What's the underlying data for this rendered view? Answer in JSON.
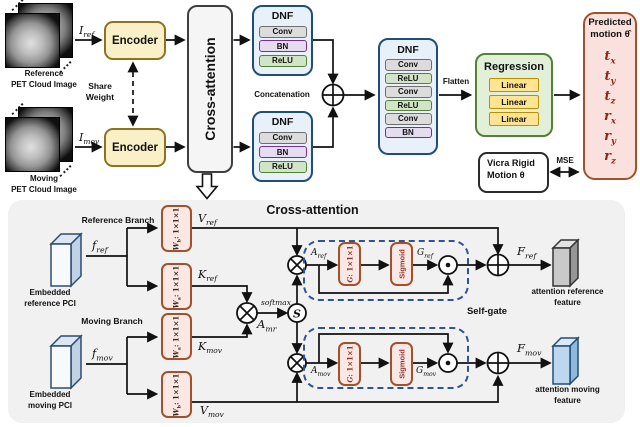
{
  "top": {
    "ref_image": {
      "line1": "Reference",
      "line2": "PET Cloud Image"
    },
    "mov_image": {
      "line1": "Moving",
      "line2": "PET Cloud Image"
    },
    "i_ref": {
      "base": "I",
      "sub": "ref"
    },
    "i_mov": {
      "base": "I",
      "sub": "mov"
    },
    "encoder_top": "Encoder",
    "encoder_bottom": "Encoder",
    "share_weight": {
      "line1": "Share",
      "line2": "Weight"
    },
    "cross_attention": "Cross-attention",
    "dnf_small_title": "DNF",
    "dnf_small_layers": [
      "Conv",
      "BN",
      "ReLU"
    ],
    "concatenation": "Concatenation",
    "dnf_big_title": "DNF",
    "dnf_big_layers": [
      "Conv",
      "ReLU",
      "Conv",
      "ReLU",
      "Conv",
      "BN"
    ],
    "flatten": "Flatten",
    "regression_title": "Regression",
    "regression_layers": [
      "Linear",
      "Linear",
      "Linear"
    ],
    "predicted": {
      "title_line1": "Predicted",
      "title_line2": "motion θ̂",
      "values": [
        {
          "base": "t",
          "sub": "x"
        },
        {
          "base": "t",
          "sub": "y"
        },
        {
          "base": "t",
          "sub": "z"
        },
        {
          "base": "r",
          "sub": "x"
        },
        {
          "base": "r",
          "sub": "y"
        },
        {
          "base": "r",
          "sub": "z"
        }
      ]
    },
    "vicra": {
      "line1": "Vicra Rigid",
      "line2": "Motion θ"
    },
    "mse": "MSE"
  },
  "bottom": {
    "title": "Cross-attention",
    "reference_branch": "Reference Branch",
    "moving_branch": "Moving Branch",
    "embedded_ref": {
      "line1": "Embedded",
      "line2": "reference PCI"
    },
    "embedded_mov": {
      "line1": "Embedded",
      "line2": "moving PCI"
    },
    "f_ref": {
      "base": "f",
      "sub": "ref"
    },
    "f_mov": {
      "base": "f",
      "sub": "mov"
    },
    "w_b": {
      "base": "W",
      "sub": "b",
      "rest": ": 1×1×1"
    },
    "w_a": {
      "base": "W",
      "sub": "a",
      "rest": ": 1×1×1"
    },
    "v_ref": {
      "base": "V",
      "sub": "ref"
    },
    "k_ref": {
      "base": "K",
      "sub": "ref"
    },
    "k_mov": {
      "base": "K",
      "sub": "mov"
    },
    "v_mov": {
      "base": "V",
      "sub": "mov"
    },
    "softmax": "softmax",
    "a_mr": {
      "base": "A",
      "sub": "mr"
    },
    "a_ref": {
      "base": "A",
      "sub": "ref"
    },
    "a_mov": {
      "base": "A",
      "sub": "mov"
    },
    "g_conv": {
      "base": "G",
      "rest": ": 1×1×1"
    },
    "sigmoid": "Sigmoid",
    "g_ref": {
      "base": "G",
      "sub": "ref"
    },
    "g_mov": {
      "base": "G",
      "sub": "mov"
    },
    "f_ref_out": {
      "base": "F",
      "sub": "ref"
    },
    "f_mov_out": {
      "base": "F",
      "sub": "mov"
    },
    "self_gate": "Self-gate",
    "attn_ref": {
      "line1": "attention reference",
      "line2": "feature"
    },
    "attn_mov": {
      "line1": "attention moving",
      "line2": "feature"
    }
  },
  "symbols": {
    "multiply": "⊗",
    "sum": "⊕",
    "hadamard": "⊙",
    "softmax_s": "S"
  },
  "colors": {
    "encoder_fill": "#FAF0C8",
    "encoder_border": "#8E7222",
    "dnf_fill": "#E8F1F9",
    "dnf_border": "#1F4E79",
    "conv_fill": "#DCDCDC",
    "bn_fill": "#E6DCF0",
    "relu_fill": "#D2E4C6",
    "regression_fill": "#E2EFD9",
    "regression_border": "#538135",
    "linear_fill": "#FFE593",
    "linear_border": "#BF8F00",
    "predicted_fill": "#FAE1DE",
    "predicted_border": "#A0522D",
    "predicted_text": "#8C2A1C",
    "pink_fill": "#FBE8E4",
    "pink_border": "#A0522D",
    "selfgate_dash": "#2F5496",
    "panel_fill": "#F1F1F1"
  }
}
